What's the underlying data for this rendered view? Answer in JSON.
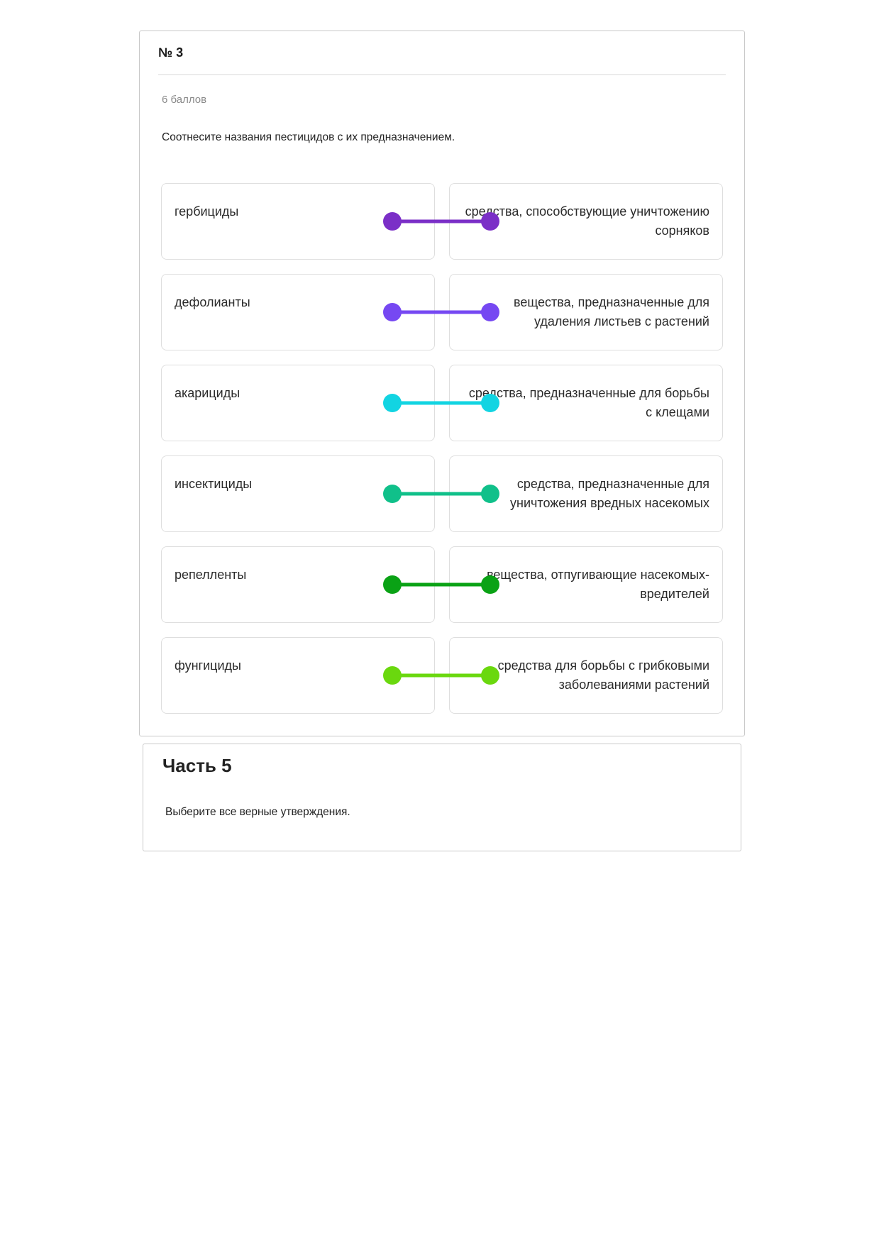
{
  "question": {
    "number": "№ 3",
    "points": "6 баллов",
    "text": "Соотнесите названия пестицидов с их предназначением.",
    "pairs": [
      {
        "left": "гербициды",
        "right": "средства, способствующие уничтожению сорняков",
        "color": "#7b2fc7"
      },
      {
        "left": "дефолианты",
        "right": "вещества, предназначенные для удаления листьев с растений",
        "color": "#7648f2"
      },
      {
        "left": "акарициды",
        "right": "средства, предназначенные для борьбы с клещами",
        "color": "#12d4e2"
      },
      {
        "left": "инсектициды",
        "right": "средства, предназначенные для уничтожения вредных насекомых",
        "color": "#10c08a"
      },
      {
        "left": "репелленты",
        "right": "вещества, отпугивающие насекомых-вредителей",
        "color": "#0aa215"
      },
      {
        "left": "фунгициды",
        "right": "средства для борьбы с грибковыми заболеваниями растений",
        "color": "#6ad80e"
      }
    ]
  },
  "part5": {
    "title": "Часть 5",
    "text": "Выберите все верные утверждения."
  }
}
